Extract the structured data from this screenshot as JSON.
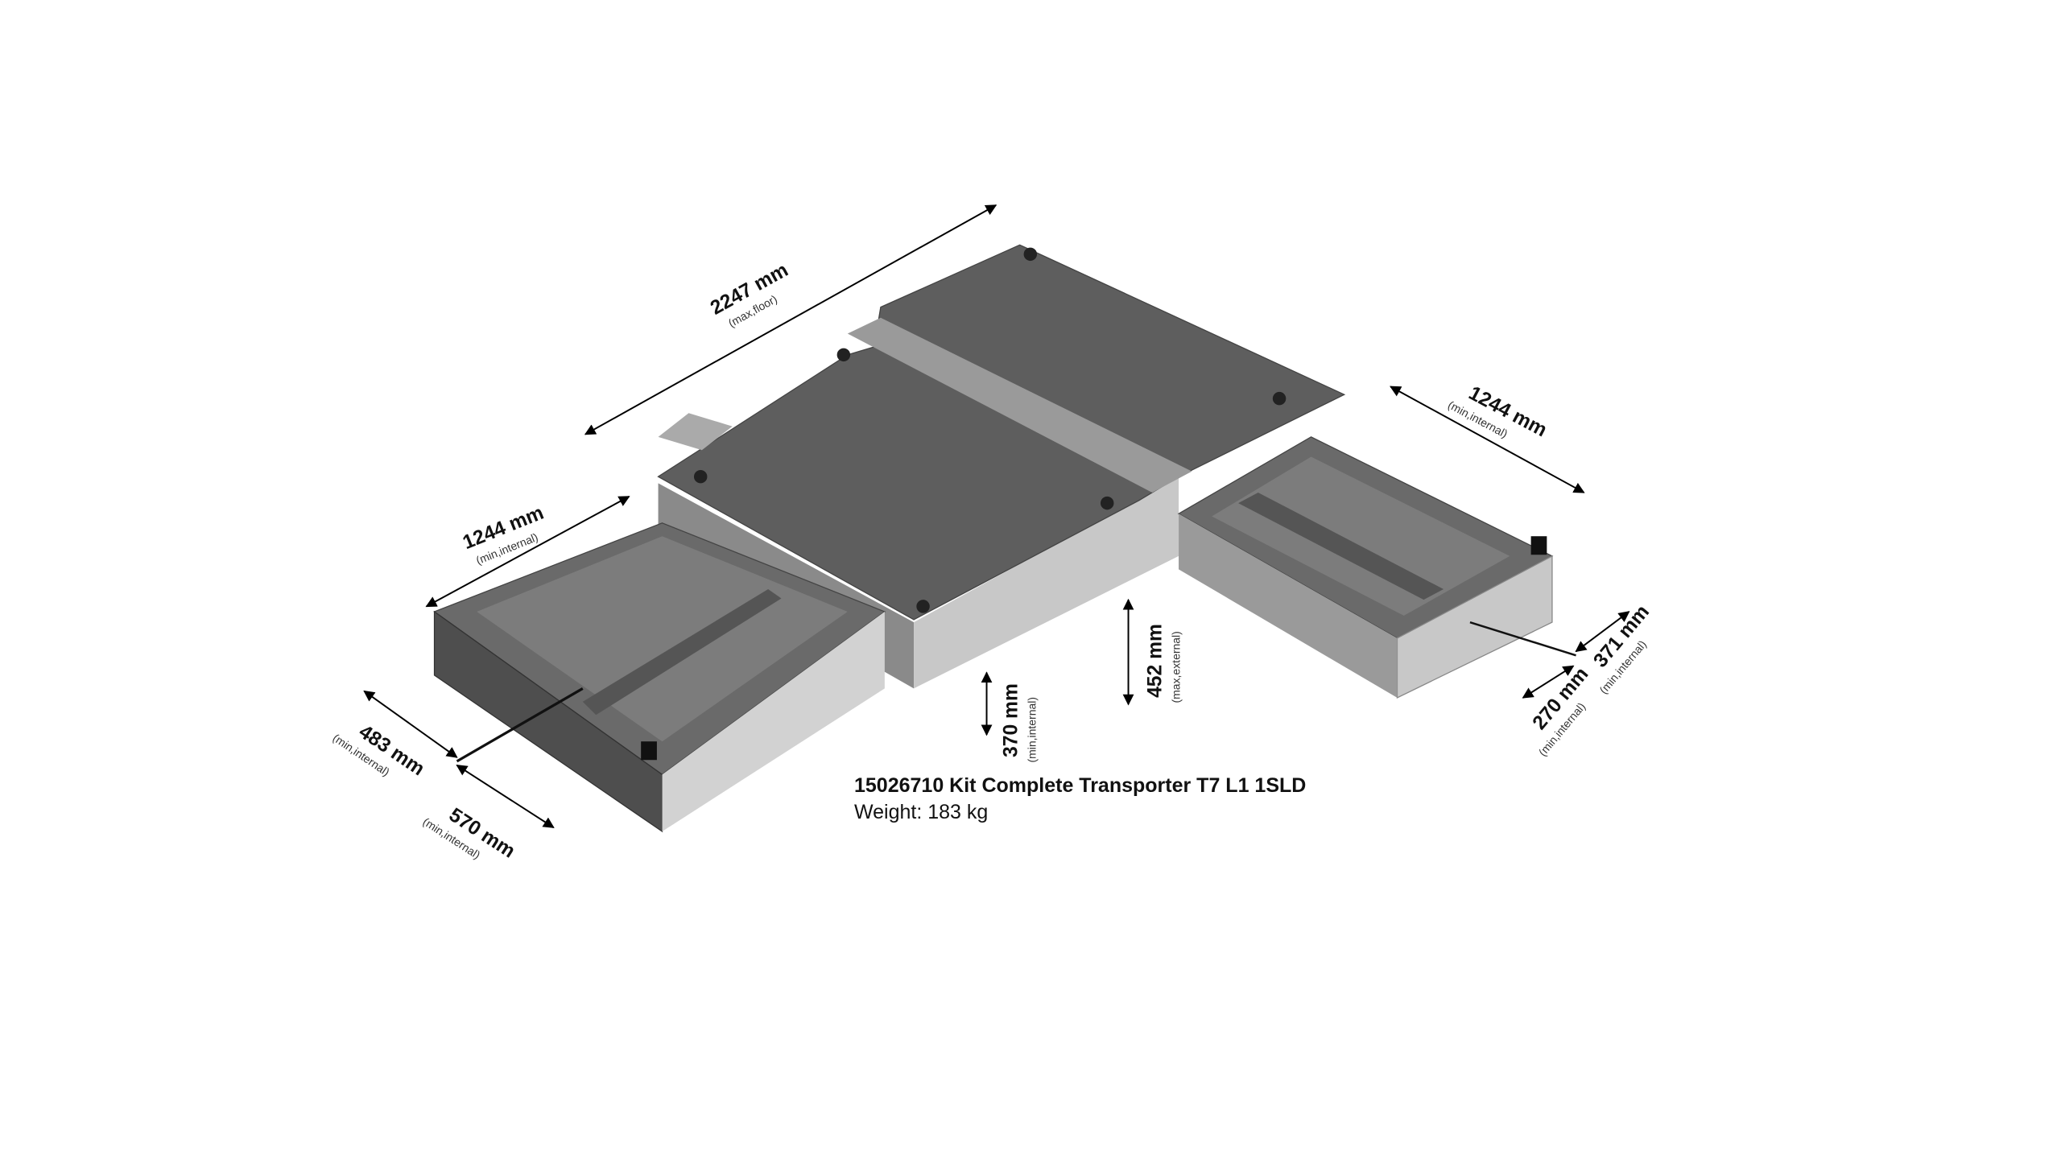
{
  "product": {
    "title": "15026710 Kit Complete Transporter T7 L1 1SLD",
    "weight": "Weight: 183 kg"
  },
  "dimensions": {
    "floor_length": {
      "value": "2247 mm",
      "note": "(max,floor)"
    },
    "left_drawer_length": {
      "value": "1244 mm",
      "note": "(min,internal)"
    },
    "right_drawer_length": {
      "value": "1244 mm",
      "note": "(min,internal)"
    },
    "left_drawer_width_a": {
      "value": "483 mm",
      "note": "(min,internal)"
    },
    "left_drawer_width_b": {
      "value": "570 mm",
      "note": "(min,internal)"
    },
    "left_drawer_height": {
      "value": "370 mm",
      "note": "(min,internal)"
    },
    "total_height": {
      "value": "452 mm",
      "note": "(max,external)"
    },
    "right_drawer_width_a": {
      "value": "270 mm",
      "note": "(min,internal)"
    },
    "right_drawer_width_b": {
      "value": "371 mm",
      "note": "(min,internal)"
    }
  },
  "colors": {
    "metal_dark": "#5a5a5a",
    "metal_mid": "#7a7a7a",
    "metal_light": "#b5b5b5"
  }
}
